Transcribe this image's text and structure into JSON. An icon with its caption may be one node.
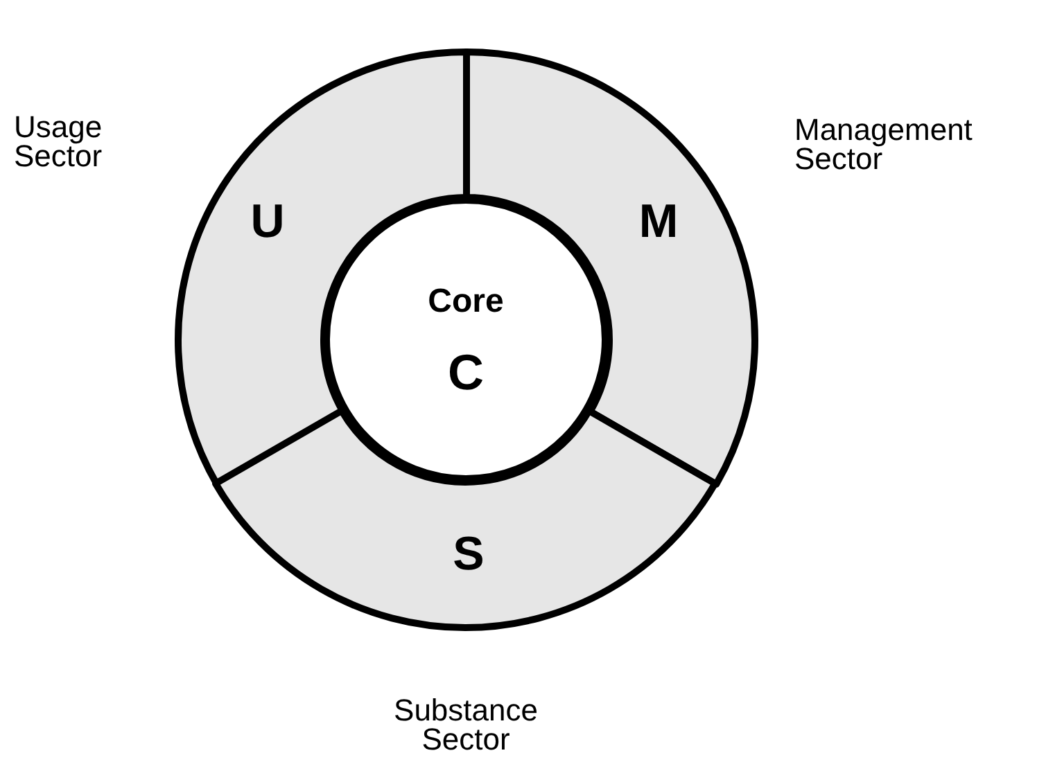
{
  "diagram": {
    "nodes": [
      {
        "text": [
          "U"
        ],
        "beside": [
          "Usage Sector"
        ]
      },
      {
        "text": [
          "M"
        ],
        "beside": [
          "Management Sector"
        ]
      },
      {
        "text": [
          "S"
        ],
        "beside": [
          "Substance Sector"
        ]
      },
      {
        "text": [
          "Core",
          "C"
        ]
      }
    ]
  }
}
